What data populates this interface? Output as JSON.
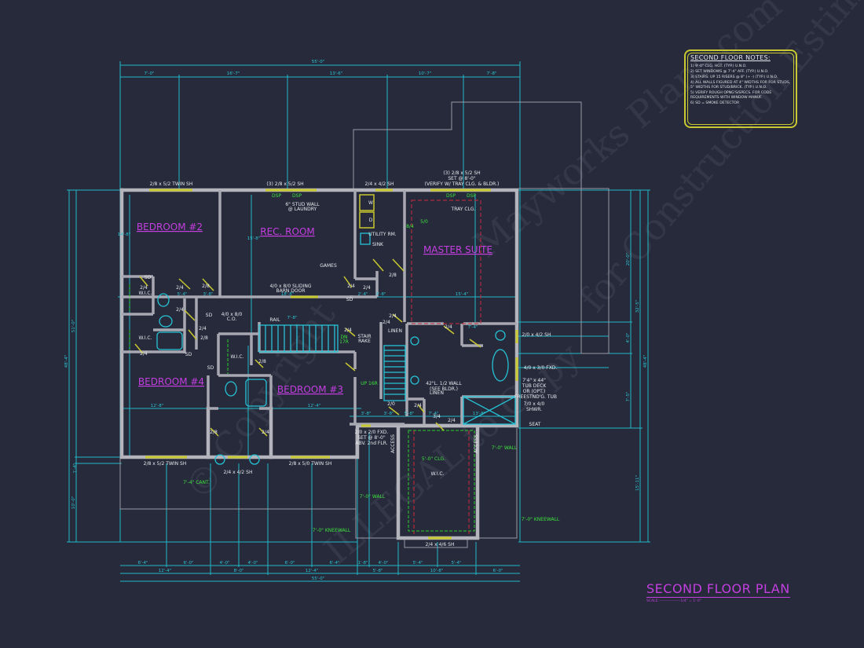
{
  "notes": {
    "title": "SECOND FLOOR NOTES:",
    "items": [
      "1) 9'-0\" CLG. HGT. (TYP.) U.N.O.",
      "2) SET WINDOWS @ 7'-4\" AFF. (TYP.) U.N.O.",
      "3) STAIRS: UP 15 RISERS @ 8\" (+ -) (TYP.) U.N.O.",
      "4) ALL WALLS FIGURED AT 4\" WIDTHS FOR FOR STUDS, 5\" WIDTHS FOR STUD/BRICK. (TYP.) U.N.O.",
      "5) VERIFY ROUGH OPNG'S/SPECS. FOR CODE REQUIREMENTS WITH WINDOW MANUF.",
      "6) SD = SMOKE DETECTOR"
    ]
  },
  "title_block": {
    "name": "SECOND FLOOR PLAN",
    "scale": "SCALE: ----------------1/4\" = 1'-0\""
  },
  "rooms": [
    "BEDROOM #2",
    "REC. ROOM",
    "MASTER SUITE",
    "BEDROOM #4",
    "BEDROOM #3"
  ],
  "annotations": [
    "2/8 x 5/2 TWIN SH",
    "(3) 2/8 x 5/2 SH",
    "2/4 x 4/2 SH",
    "(3) 2/8 x 5/2 SH",
    "SET @ 8'-0\"",
    "(VERIFY W/ TRAY CLG. & BLDR.)",
    "6\" STUD WALL",
    "@ LAUNDRY",
    "UTILITY RM.",
    "SINK",
    "GAMES",
    "4/0 x 8/0 SLIDING",
    "BARN DOOR",
    "4/0 x 8/0",
    "C.O.",
    "RAIL",
    "STAIR",
    "RAKE",
    "LINEN",
    "LINEN",
    "TRAY CLG.",
    "W.I.C.",
    "W.I.C.",
    "W.I.C.",
    "W.I.C.",
    "2/0 x 4/2 SH",
    "4/0 x 3/0 FXD.",
    "7'4\" x 44\"",
    "TUB DECK",
    "OR (OPT.)",
    "FREESTND'G. TUB",
    "7/0 x 4/0",
    "SHWR.",
    "SEAT",
    "42\"L. 1/2 WALL",
    "(SEE BLDR.)",
    "2/8 x 5/2 TWIN SH",
    "2/4 x 4/2 SH",
    "2/8 x 5/0 TWIN SH",
    "2/4 x 4/6 SH",
    "2/0 x 2/0 FXD.",
    "SET @ 8'-0\"",
    "ABV. 2nd FLR.",
    "ACCESS",
    "ACCESS",
    "SD",
    "SD",
    "SD",
    "SD",
    "SD",
    "W",
    "D"
  ],
  "green_annotations": [
    "DSP",
    "DSP",
    "DSP",
    "DSP",
    "8/4",
    "5/0",
    "DN",
    "17R",
    "UP 16R",
    "5'-0\" CLG.",
    "7'-0\" WALL",
    "7'-0\" WALL",
    "7'-0\" KNEEWALL",
    "7'-0\" KNEEWALL",
    "7'-4\" CANT."
  ],
  "door_sizes": [
    "2/4",
    "2/4",
    "2/8",
    "2/4",
    "2/8",
    "2/4",
    "2/4",
    "2/8",
    "2/4",
    "2/8",
    "2/4",
    "2/4",
    "2/8",
    "2/4",
    "2/4",
    "2/4",
    "2/4",
    "2/0",
    "2/4",
    "3/4",
    "2/4"
  ],
  "dimensions": {
    "top": [
      "55'-0\"",
      "7'-0\"",
      "16'-7\"",
      "13'-6\"",
      "10'-7\"",
      "7'-8\""
    ],
    "bottom_row1": [
      "6'-4\"",
      "6'-0\"",
      "4'-0\"",
      "4'-0\"",
      "6'-0\"",
      "6'-4\"",
      "1'-8\"",
      "4'-0\"",
      "5'-4\"",
      "5'-4\""
    ],
    "bottom_row2": [
      "12'-4\"",
      "8'-0\"",
      "12'-4\"",
      "5'-8\"",
      "10'-8\"",
      "6'-0\""
    ],
    "bottom_total": "55'-0\"",
    "left": [
      "51'-0\"",
      "48'-4\"",
      "1'-4\"",
      "10'-0\""
    ],
    "right": [
      "20'-0\"",
      "4'-0\"",
      "7'-5\"",
      "32'-5\"",
      "15'-11\"",
      "48'-4\""
    ],
    "interior": [
      "5'-4\"",
      "3'-8\"",
      "18'-8\"",
      "2'-4\"",
      "4'-8\"",
      "15'-4\"",
      "12'-8\"",
      "7'-8\"",
      "12'-4\"",
      "3'-8\"",
      "3'-8\"",
      "5'-8\"",
      "7'-4\"",
      "7'-4\"",
      "13'-8\"",
      "14'-8\"",
      "15'-8\""
    ]
  },
  "watermark": [
    "© Copyright",
    "ILLEGAL to Copy",
    "Mayworks Plans.com",
    "for Construction Estimations"
  ],
  "colors": {
    "background": "#262a3a",
    "walls": "#b4b4bc",
    "dimensions": "#21b8c8",
    "room_labels": "#c43ee0",
    "windows": "#c8c830",
    "notes_green": "#3ee43e"
  }
}
